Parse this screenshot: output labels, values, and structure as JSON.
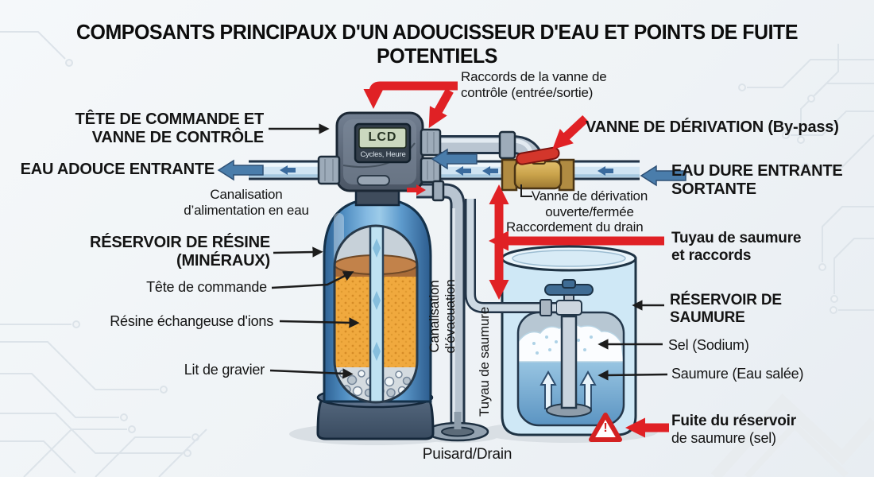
{
  "title": "COMPOSANTS PRINCIPAUX D'UN ADOUCISSEUR D'EAU ET POINTS DE FUITE POTENTIELS",
  "labels": {
    "raccords_vanne": "Raccords de la vanne de\ncontrôle (entrée/sortie)",
    "tete_commande_vanne": "TÊTE DE COMMANDE ET\nVANNE DE CONTRÔLE",
    "eau_adouce": "EAU ADOUCE ENTRANTE",
    "canalisation_alimentation": "Canalisation\nd’alimentation en eau",
    "vanne_derivation": "VANNE DE DÉRIVATION (By-pass)",
    "eau_dure": "EAU DURE ENTRANTE\nSORTANTE",
    "vanne_ouverte_fermee": "Vanne de dérivation\nouverte/fermée",
    "raccordement_drain": "Raccordement du drain",
    "tuyau_saumure_raccords": "Tuyau de saumure\net raccords",
    "reservoir_resine": "RÉSERVOIR DE RÉSINE\n(MINÉRAUX)",
    "tete_commande": "Tête de commande",
    "resine_ions": "Résine échangeuse d'ions",
    "lit_gravier": "Lit de gravier",
    "reservoir_saumure": "RÉSERVOIR DE\nSAUMURE",
    "sel": "Sel (Sodium)",
    "saumure": "Saumure (Eau salée)",
    "fuite_line1": "Fuite du réservoir",
    "fuite_line2": "de saumure (sel)",
    "canalisation_evacuation": "Canalisation\nd’évacuation",
    "tuyau_saumure": "Tuyau de saumure",
    "puisard": "Puisard/Drain"
  },
  "control_head": {
    "lcd": "LCD",
    "lcd_sub": "Cycles, Heure"
  },
  "warning_mark": "!",
  "colors": {
    "leak_red": "#e02125",
    "flow_blue": "#4a7dab",
    "pipe_blue": "#cfe4f3",
    "tank_blue": "#4f93c9",
    "brass": "#c9a24a",
    "resin_orange": "#f0a93e"
  }
}
